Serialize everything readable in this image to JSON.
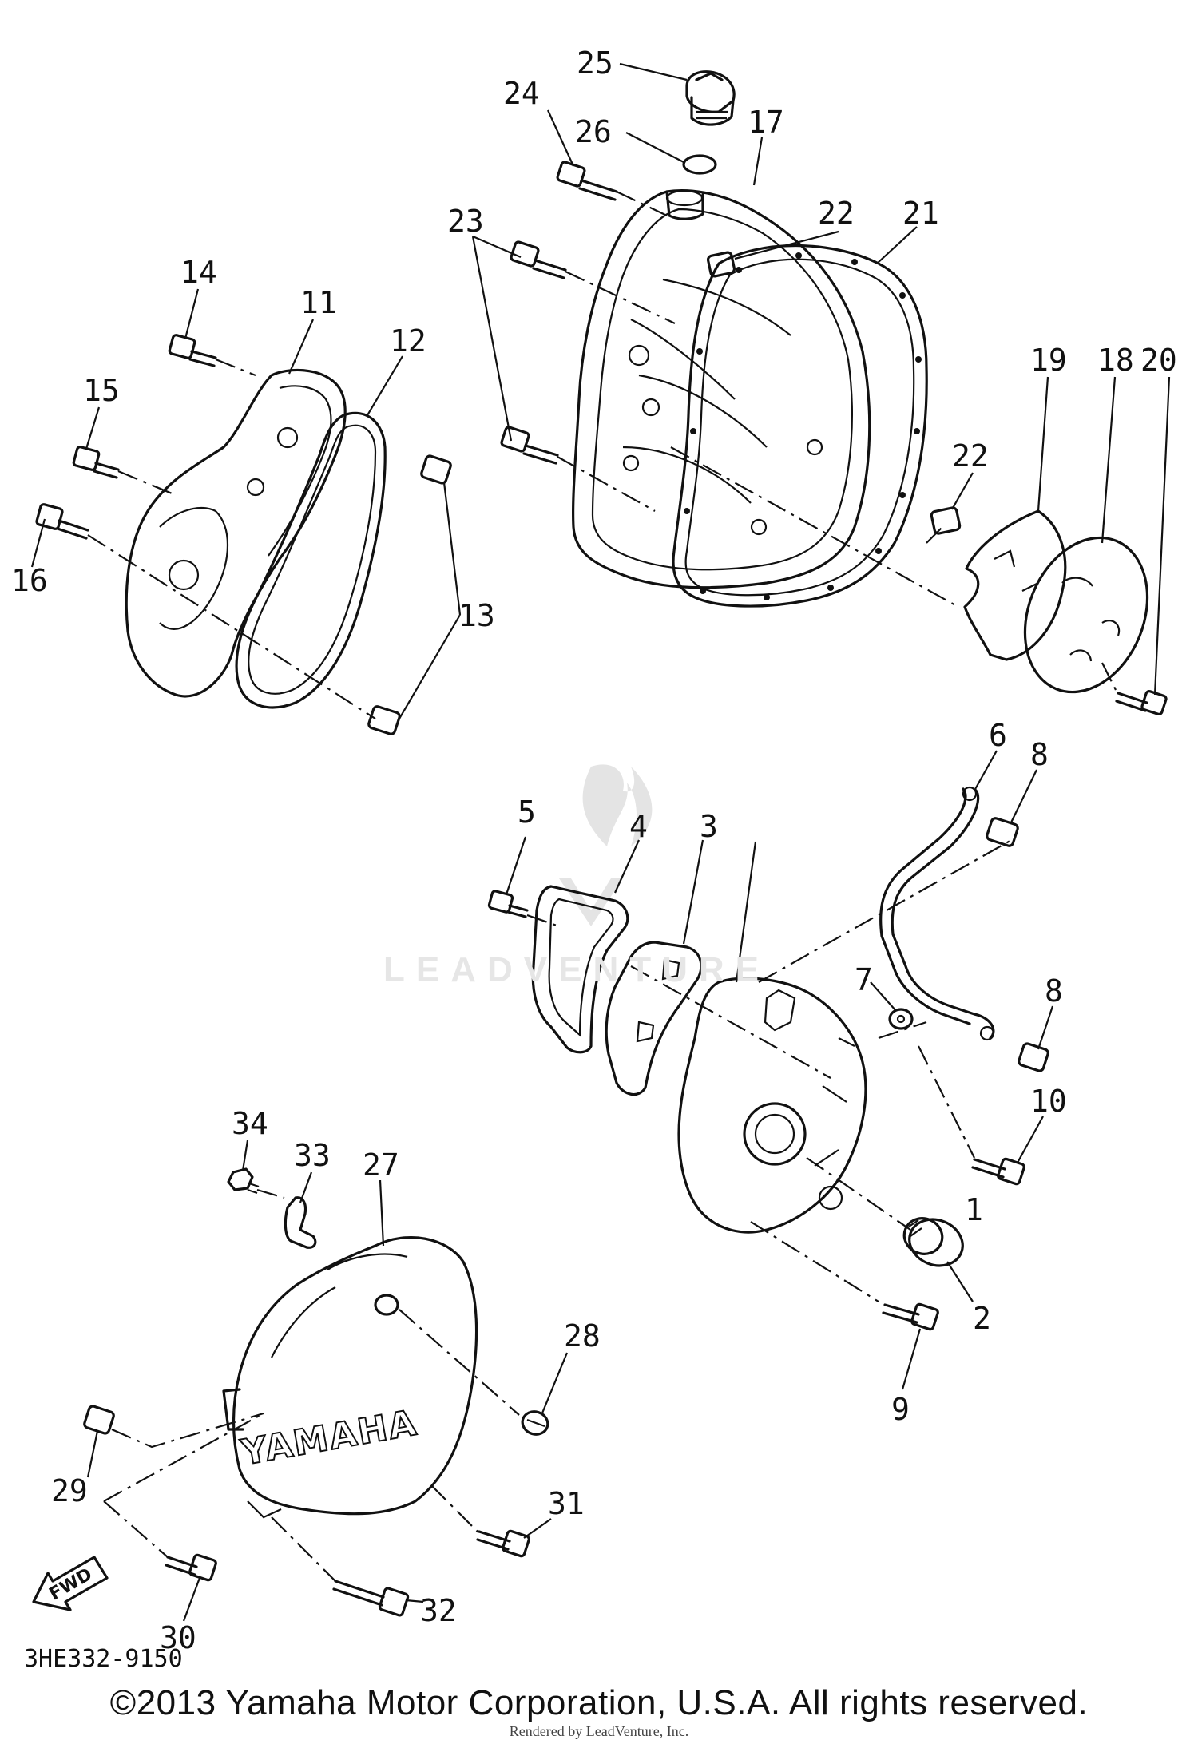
{
  "diagram_code": "3HE332-9150",
  "copyright": "©2013 Yamaha Motor Corporation, U.S.A. All rights reserved.",
  "rendered_by": "Rendered by LeadVenture, Inc.",
  "watermark": "LEADVENTURE",
  "cover_brand": "YAMAHA",
  "fwd_label": "FWD",
  "callouts": [
    {
      "id": "1",
      "text": "1"
    },
    {
      "id": "2",
      "text": "2"
    },
    {
      "id": "3",
      "text": "3"
    },
    {
      "id": "4",
      "text": "4"
    },
    {
      "id": "5",
      "text": "5"
    },
    {
      "id": "6",
      "text": "6"
    },
    {
      "id": "7",
      "text": "7"
    },
    {
      "id": "8a",
      "text": "8"
    },
    {
      "id": "8b",
      "text": "8"
    },
    {
      "id": "9",
      "text": "9"
    },
    {
      "id": "10",
      "text": "10"
    },
    {
      "id": "11",
      "text": "11"
    },
    {
      "id": "12",
      "text": "12"
    },
    {
      "id": "13",
      "text": "13"
    },
    {
      "id": "14",
      "text": "14"
    },
    {
      "id": "15",
      "text": "15"
    },
    {
      "id": "16",
      "text": "16"
    },
    {
      "id": "17",
      "text": "17"
    },
    {
      "id": "18",
      "text": "18"
    },
    {
      "id": "19",
      "text": "19"
    },
    {
      "id": "20",
      "text": "20"
    },
    {
      "id": "21",
      "text": "21"
    },
    {
      "id": "22a",
      "text": "22"
    },
    {
      "id": "22b",
      "text": "22"
    },
    {
      "id": "23",
      "text": "23"
    },
    {
      "id": "24",
      "text": "24"
    },
    {
      "id": "25",
      "text": "25"
    },
    {
      "id": "26",
      "text": "26"
    },
    {
      "id": "27",
      "text": "27"
    },
    {
      "id": "28",
      "text": "28"
    },
    {
      "id": "29",
      "text": "29"
    },
    {
      "id": "30",
      "text": "30"
    },
    {
      "id": "31",
      "text": "31"
    },
    {
      "id": "32",
      "text": "32"
    },
    {
      "id": "33",
      "text": "33"
    },
    {
      "id": "34",
      "text": "34"
    }
  ]
}
